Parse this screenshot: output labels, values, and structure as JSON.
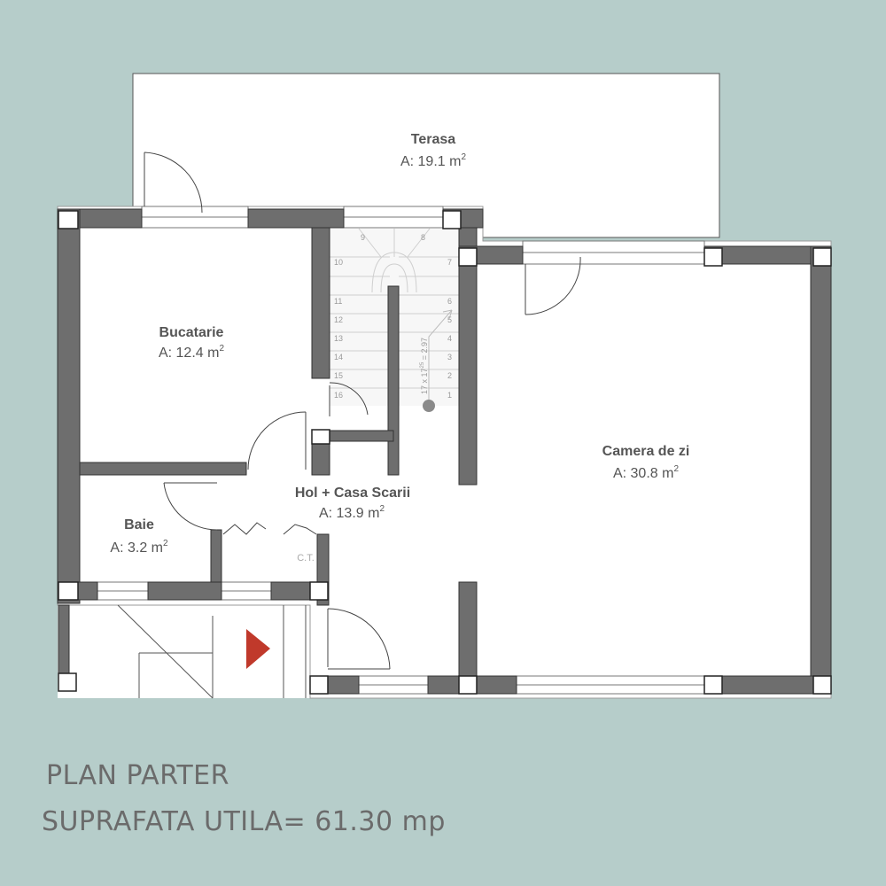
{
  "plan": {
    "title": "PLAN PARTER",
    "usable_area": "SUPRAFATA UTILA= 61.30 mp"
  },
  "rooms": {
    "terrace": {
      "name": "Terasa",
      "area": "A: 19.1 m",
      "unit_exp": "2"
    },
    "kitchen": {
      "name": "Bucatarie",
      "area": "A: 12.4 m",
      "unit_exp": "2"
    },
    "living": {
      "name": "Camera de zi",
      "area": "A: 30.8 m",
      "unit_exp": "2"
    },
    "hall": {
      "name": "Hol + Casa Scarii",
      "area": "A: 13.9 m",
      "unit_exp": "2"
    },
    "bath": {
      "name": "Baie",
      "area": "A: 3.2 m",
      "unit_exp": "2"
    }
  },
  "labels": {
    "boiler": "C.T.",
    "stair_formula": "17 x 17",
    "stair_formula_sup": "25",
    "stair_formula_end": " = 2.97"
  },
  "stair_steps": {
    "left": [
      "10",
      "11",
      "12",
      "13",
      "14",
      "15",
      "16"
    ],
    "right": [
      "7",
      "6",
      "5",
      "4",
      "3",
      "2",
      "1"
    ],
    "top": [
      "9",
      "8"
    ]
  },
  "colors": {
    "background": "#b6cdca",
    "wall": "#6e6e6e",
    "wall_dark": "#5a5a5a",
    "floor": "#ffffff",
    "entrance_arrow": "#c0392b"
  }
}
